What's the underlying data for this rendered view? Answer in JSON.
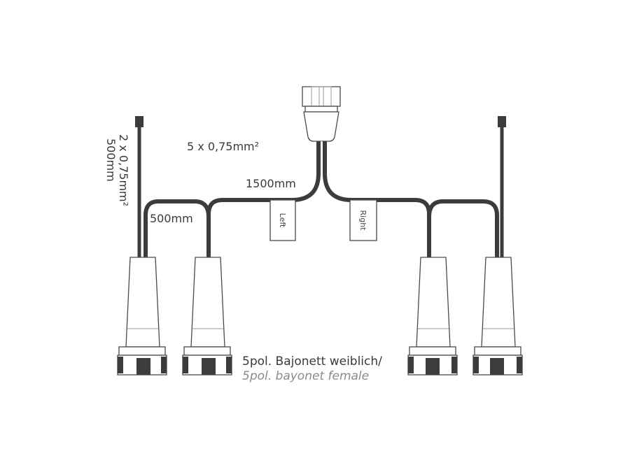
{
  "labels": {
    "main_cable": "5 x 0,75mm²",
    "main_length": "1500mm",
    "branch_length": "500mm",
    "side_cable_spec": "2 x 0,75mm²",
    "side_cable_length": "500mm",
    "left_tag": "Left",
    "right_tag": "Right",
    "connector_de": "5pol. Bajonett weiblich/",
    "connector_en": "5pol. bayonet female"
  },
  "colors": {
    "cable": "#3c3c3c",
    "outline": "#4a4a4a",
    "text": "#3a3a3a",
    "text_secondary": "#8a8a8a"
  }
}
